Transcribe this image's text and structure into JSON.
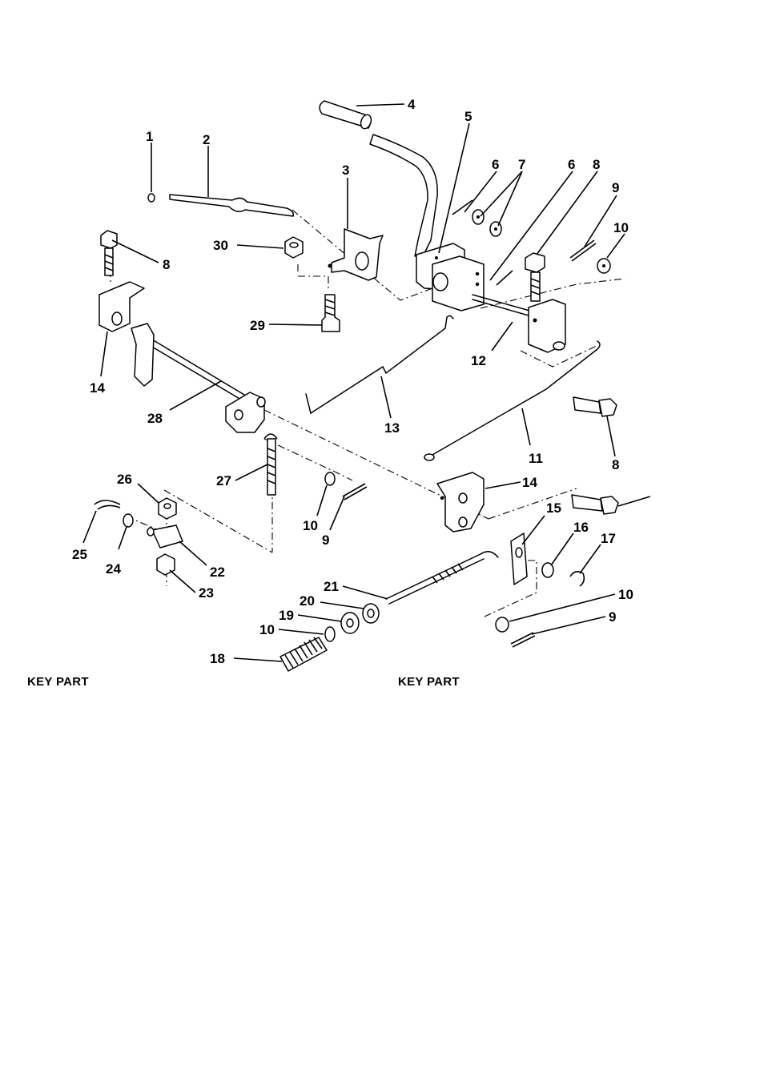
{
  "callouts": [
    {
      "id": "c1",
      "text": "1"
    },
    {
      "id": "c2",
      "text": "2"
    },
    {
      "id": "c3",
      "text": "3"
    },
    {
      "id": "c4",
      "text": "4"
    },
    {
      "id": "c5",
      "text": "5"
    },
    {
      "id": "c6a",
      "text": "6"
    },
    {
      "id": "c6b",
      "text": "6"
    },
    {
      "id": "c7",
      "text": "7"
    },
    {
      "id": "c8a",
      "text": "8"
    },
    {
      "id": "c8b",
      "text": "8"
    },
    {
      "id": "c8c",
      "text": "8"
    },
    {
      "id": "c9a",
      "text": "9"
    },
    {
      "id": "c9b",
      "text": "9"
    },
    {
      "id": "c9c",
      "text": "9"
    },
    {
      "id": "c10a",
      "text": "10"
    },
    {
      "id": "c10b",
      "text": "10"
    },
    {
      "id": "c10c",
      "text": "10"
    },
    {
      "id": "c10d",
      "text": "10"
    },
    {
      "id": "c11",
      "text": "11"
    },
    {
      "id": "c12",
      "text": "12"
    },
    {
      "id": "c13",
      "text": "13"
    },
    {
      "id": "c14a",
      "text": "14"
    },
    {
      "id": "c14b",
      "text": "14"
    },
    {
      "id": "c15",
      "text": "15"
    },
    {
      "id": "c16",
      "text": "16"
    },
    {
      "id": "c17",
      "text": "17"
    },
    {
      "id": "c18",
      "text": "18"
    },
    {
      "id": "c19",
      "text": "19"
    },
    {
      "id": "c20",
      "text": "20"
    },
    {
      "id": "c21",
      "text": "21"
    },
    {
      "id": "c22",
      "text": "22"
    },
    {
      "id": "c23",
      "text": "23"
    },
    {
      "id": "c24",
      "text": "24"
    },
    {
      "id": "c25",
      "text": "25"
    },
    {
      "id": "c26",
      "text": "26"
    },
    {
      "id": "c27",
      "text": "27"
    },
    {
      "id": "c28",
      "text": "28"
    },
    {
      "id": "c29",
      "text": "29"
    },
    {
      "id": "c30",
      "text": "30"
    }
  ],
  "footer": {
    "left_label": "KEY PART",
    "right_label": "KEY PART"
  }
}
